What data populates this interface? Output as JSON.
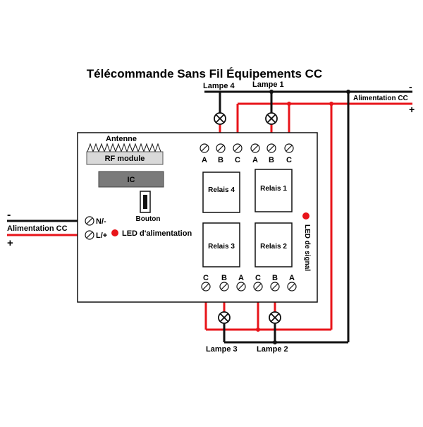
{
  "title": "Télécommande Sans Fil Équipements CC",
  "colors": {
    "positive": "#e8141a",
    "negative": "#111111",
    "module_fill": "#d9d9d9",
    "ic_fill": "#7a7a7a",
    "led": "#e8141a"
  },
  "power_in": {
    "label": "Alimentation CC",
    "minus": "-",
    "plus": "+",
    "terminal_neg": "N/-",
    "terminal_pos": "L/+",
    "led_label": "LED d'alimentation"
  },
  "power_out": {
    "label": "Alimentation CC",
    "minus": "-",
    "plus": "+"
  },
  "board": {
    "antenna": "Antenne",
    "rf_module": "RF module",
    "ic": "IC",
    "button": "Bouton",
    "signal_led": "LED de signal"
  },
  "relays": {
    "r1": "Relais 1",
    "r2": "Relais 2",
    "r3": "Relais 3",
    "r4": "Relais 4"
  },
  "lamps": {
    "l1": "Lampe 1",
    "l2": "Lampe 2",
    "l3": "Lampe 3",
    "l4": "Lampe 4"
  },
  "terminals_top": [
    "A",
    "B",
    "C",
    "A",
    "B",
    "C"
  ],
  "terminals_bottom": [
    "C",
    "B",
    "A",
    "C",
    "B",
    "A"
  ]
}
